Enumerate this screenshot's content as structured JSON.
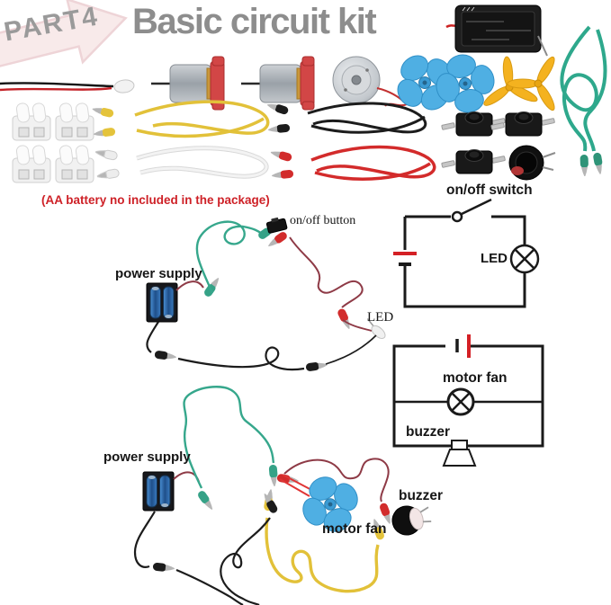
{
  "banner": {
    "part_label": "PART4",
    "title": "Basic circuit kit"
  },
  "note": {
    "text": "(AA battery no included in the package)"
  },
  "kit": {
    "on_off_switch_label": "on/off switch"
  },
  "wiring1": {
    "power_supply": "power supply",
    "on_off_button": "on/off button",
    "led": "LED"
  },
  "diagram1": {
    "led": "LED"
  },
  "diagram2": {
    "motor_fan": "motor fan",
    "buzzer": "buzzer"
  },
  "wiring2": {
    "power_supply": "power supply",
    "buzzer": "buzzer",
    "motor_fan": "motor fan"
  },
  "colors": {
    "title_gray": "#8d8d8d",
    "arrow_pink": "#f8eaea",
    "note_red": "#ce2127",
    "wire_teal": "#2ea88c",
    "wire_yellow": "#e2c139",
    "wire_red": "#d32b2b",
    "wire_dark_red": "#8e3a46",
    "wire_black": "#1c1c1c",
    "propeller_blue": "#4fafe3",
    "propeller_yellow": "#f4b21f",
    "battery_blue": "#2f6db3",
    "diagram_line": "#1a1a1a",
    "diagram_red": "#d42025"
  }
}
